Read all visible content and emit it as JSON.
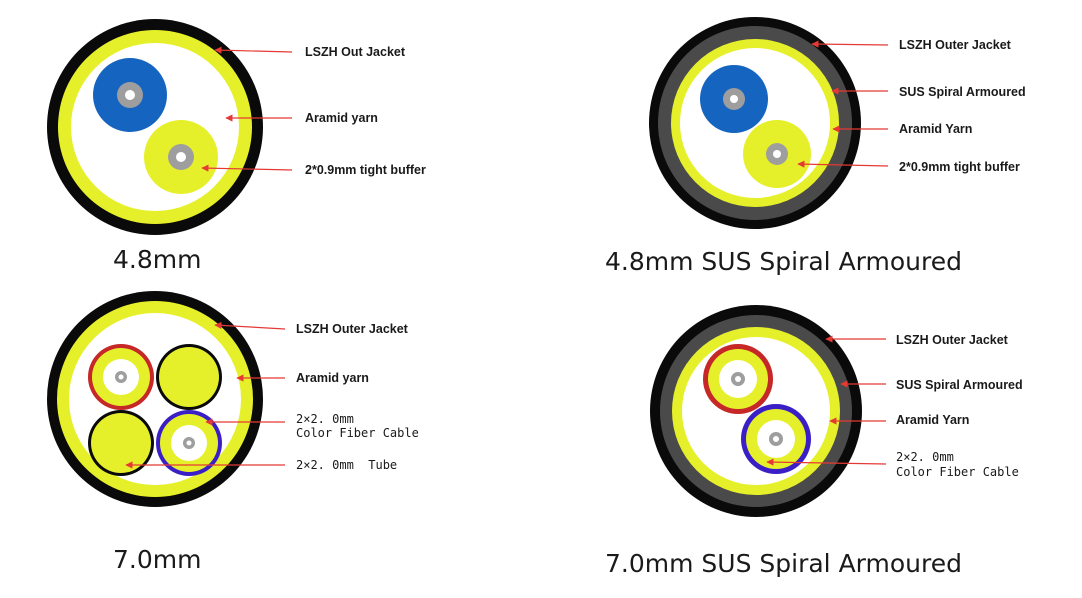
{
  "panels": {
    "p48": {
      "caption": "4.8mm",
      "labels": {
        "jacket": "LSZH Out Jacket",
        "aramid": "Aramid yarn",
        "buffer": "2*0.9mm tight buffer"
      }
    },
    "p48a": {
      "caption": "4.8mm SUS Spiral Armoured",
      "labels": {
        "jacket": "LSZH Outer Jacket",
        "armour": "SUS Spiral Armoured",
        "aramid": "Aramid Yarn",
        "buffer": "2*0.9mm tight buffer"
      }
    },
    "p70": {
      "caption": "7.0mm",
      "labels": {
        "jacket": "LSZH Outer Jacket",
        "aramid": "Aramid yarn",
        "fiber_1": "2×2. 0mm",
        "fiber_2": "Color Fiber Cable",
        "tube": "2×2. 0mm  Tube"
      }
    },
    "p70a": {
      "caption": "7.0mm SUS Spiral Armoured",
      "labels": {
        "jacket": "LSZH Outer Jacket",
        "armour": "SUS Spiral Armoured",
        "aramid": "Aramid Yarn",
        "fiber_1": "2×2. 0mm",
        "fiber_2": "Color Fiber Cable"
      }
    }
  },
  "colors": {
    "jacket": "#0a0a0a",
    "armour": "#4a4a4a",
    "aramid": "#e6f02a",
    "fill": "#ffffff",
    "blue_buffer": "#1565c0",
    "fiber_core": "#9e9e9e",
    "red_tube": "#c62828",
    "purple_tube": "#3a1fc7",
    "leader": "#e53935"
  }
}
